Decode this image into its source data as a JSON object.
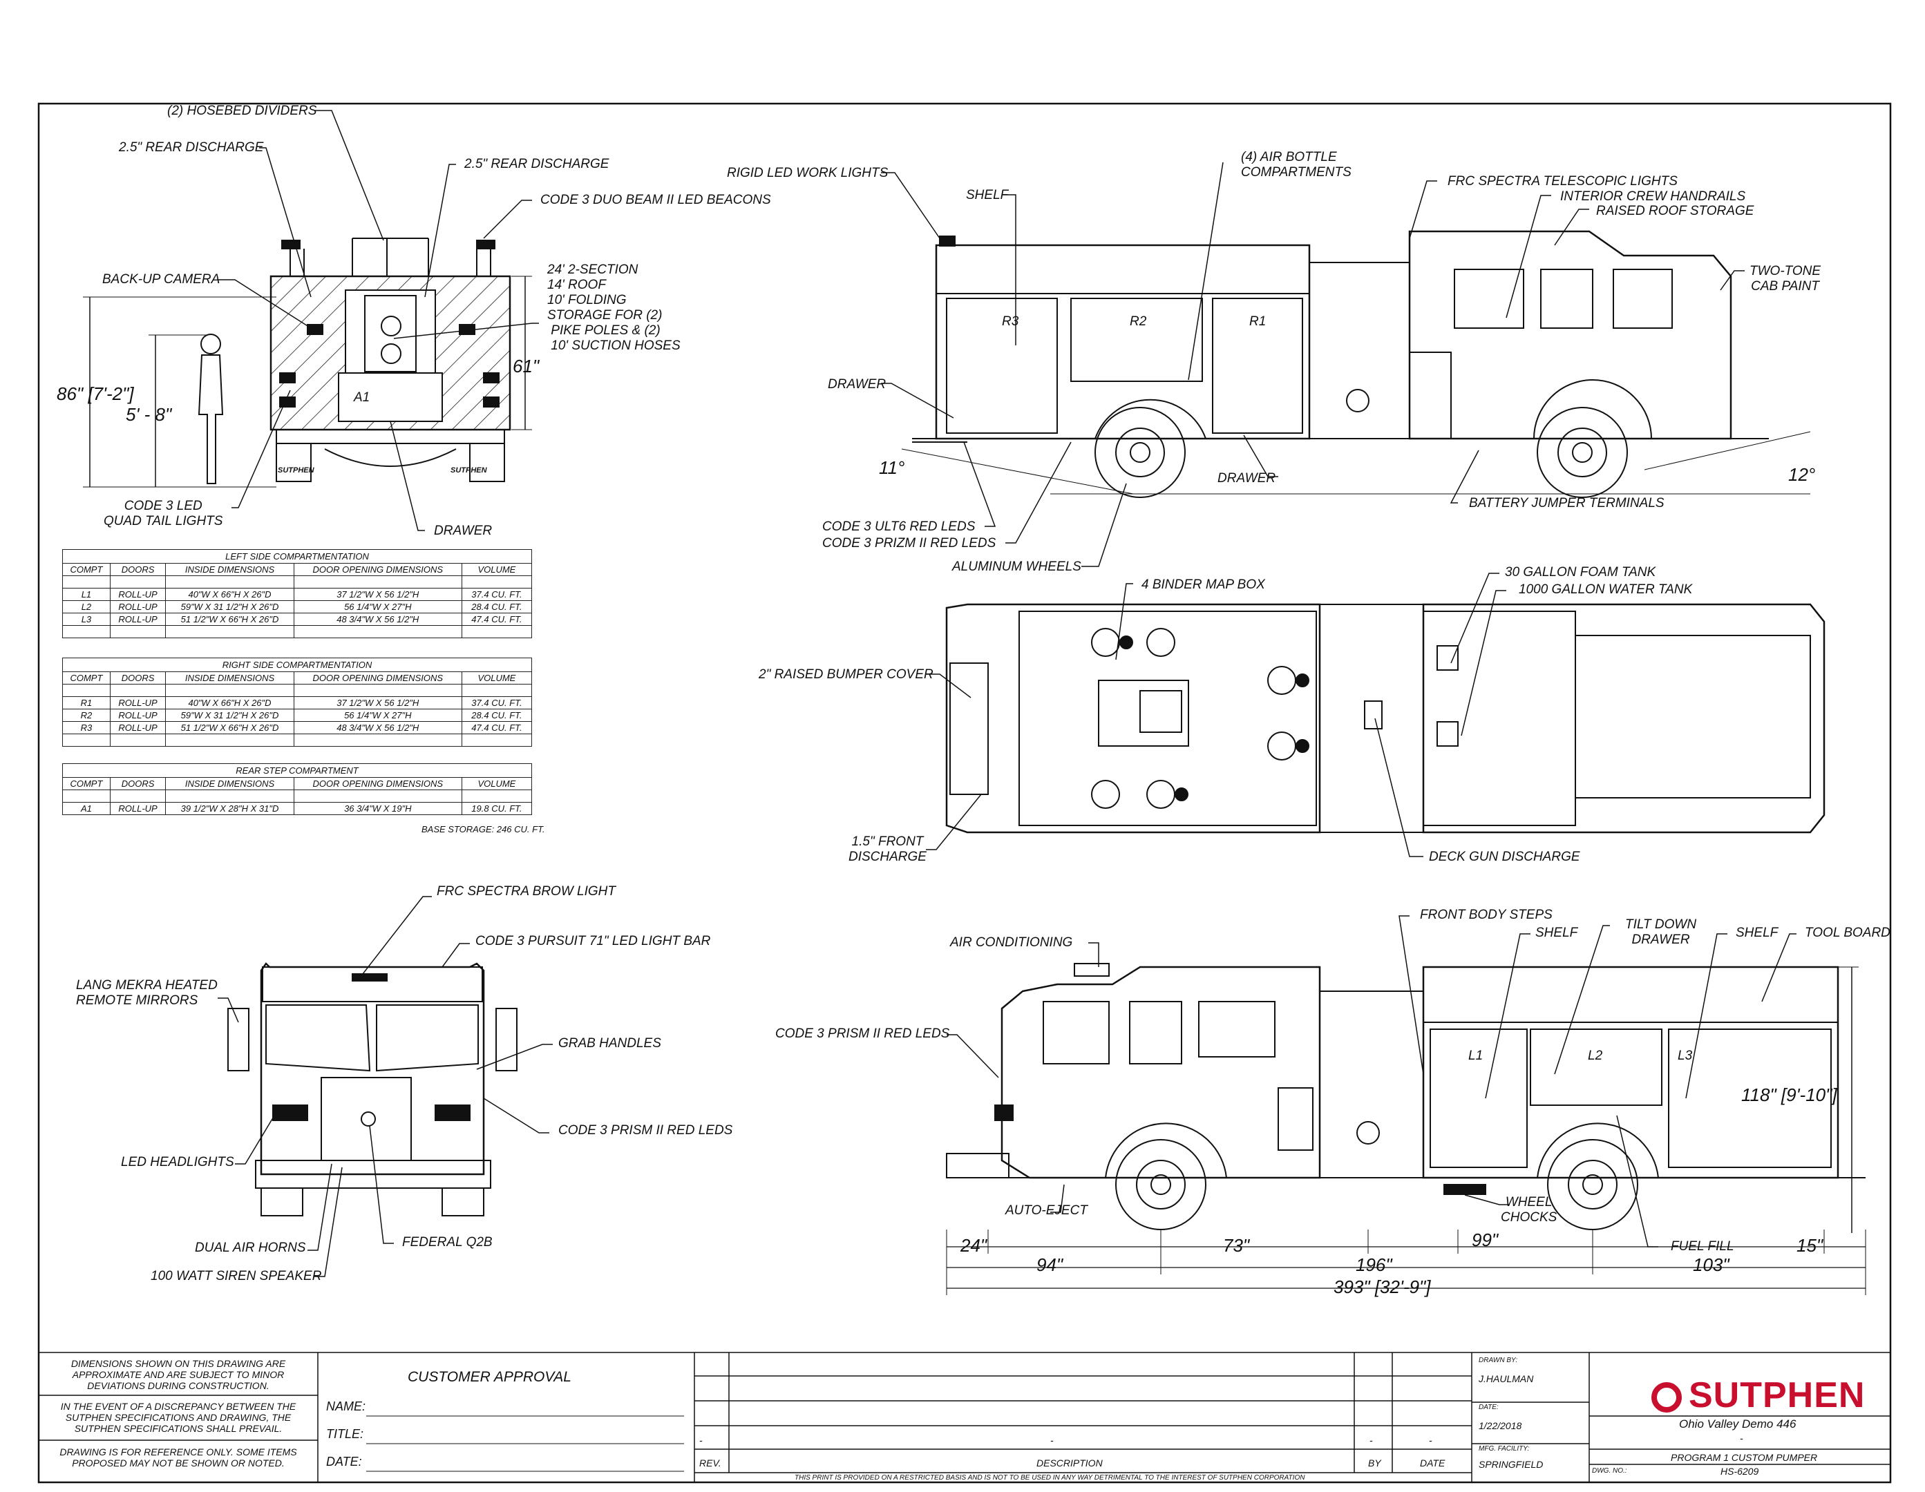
{
  "labels": {
    "hosebed_dividers": "(2) HOSEBED DIVIDERS",
    "rear_discharge_left": "2.5\" REAR DISCHARGE",
    "rear_discharge_right": "2.5\" REAR DISCHARGE",
    "duo_beam": "CODE 3 DUO BEAM II LED BEACONS",
    "backup_camera": "BACK-UP CAMERA",
    "ladder_storage": "24' 2-SECTION\n14' ROOF\n10' FOLDING\nSTORAGE FOR (2)\n PIKE POLES & (2)\n 10' SUCTION HOSES",
    "dim_86": "86\" [7'-2\"]",
    "dim_5_8": "5' - 8\"",
    "dim_61": "61\"",
    "quad_tail": "CODE 3 LED\nQUAD TAIL LIGHTS",
    "drawer_rear": "DRAWER",
    "work_lights": "RIGID LED WORK LIGHTS",
    "shelf_top": "SHELF",
    "air_bottle": "(4) AIR BOTTLE\nCOMPARTMENTS",
    "telescopic": "FRC SPECTRA TELESCOPIC LIGHTS",
    "handrails": "INTERIOR CREW HANDRAILS",
    "roof_storage": "RAISED ROOF STORAGE",
    "two_tone": "TWO-TONE\nCAB PAINT",
    "drawer_side_left": "DRAWER",
    "drawer_side_mid": "DRAWER",
    "angle_11": "11°",
    "angle_12": "12°",
    "ult6": "CODE 3 ULT6 RED LEDS",
    "prizm": "CODE 3 PRIZM II RED LEDS",
    "battery": "BATTERY JUMPER TERMINALS",
    "alum_wheels": "ALUMINUM WHEELS",
    "map_box": "4 BINDER MAP BOX",
    "foam_tank": "30 GALLON FOAM TANK",
    "water_tank": "1000 GALLON WATER TANK",
    "bumper_cover": "2\" RAISED BUMPER COVER",
    "front_discharge": "1.5\" FRONT\nDISCHARGE",
    "deck_gun": "DECK GUN DISCHARGE",
    "brow_light": "FRC SPECTRA BROW LIGHT",
    "light_bar": "CODE 3 PURSUIT 71\" LED LIGHT BAR",
    "mirrors": "LANG MEKRA HEATED\nREMOTE MIRRORS",
    "grab_handles": "GRAB HANDLES",
    "prism_front": "CODE 3 PRISM II RED LEDS",
    "headlights": "LED HEADLIGHTS",
    "air_horns": "DUAL AIR HORNS",
    "q2b": "FEDERAL Q2B",
    "siren": "100 WATT SIREN SPEAKER",
    "front_steps": "FRONT BODY STEPS",
    "shelf_l2": "SHELF",
    "tilt_drawer": "TILT DOWN\nDRAWER",
    "shelf_l3": "SHELF",
    "tool_board": "TOOL BOARD",
    "air_cond": "AIR CONDITIONING",
    "prism_side": "CODE 3 PRISM II RED LEDS",
    "dim_118": "118\" [9'-10\"]",
    "auto_eject": "AUTO-EJECT",
    "wheel_chocks": "WHEEL\nCHOCKS",
    "fuel_fill": "FUEL FILL",
    "dim_24": "24\"",
    "dim_73": "73\"",
    "dim_99": "99\"",
    "dim_15": "15\"",
    "dim_94": "94\"",
    "dim_196": "196\"",
    "dim_103": "103\"",
    "dim_393": "393\" [32'-9\"]",
    "tag_a1": "A1",
    "tag_r1": "R1",
    "tag_r2": "R2",
    "tag_r3": "R3",
    "tag_l1": "L1",
    "tag_l2": "L2",
    "tag_l3": "L3",
    "badge_sutphen": "SUTPHEN"
  },
  "tables": {
    "headers": [
      "COMPT",
      "DOORS",
      "INSIDE DIMENSIONS",
      "DOOR OPENING DIMENSIONS",
      "VOLUME"
    ],
    "left": {
      "title": "LEFT SIDE COMPARTMENTATION",
      "rows": [
        [
          "L1",
          "ROLL-UP",
          "40\"W X 66\"H X 26\"D",
          "37 1/2\"W X 56 1/2\"H",
          "37.4 CU. FT."
        ],
        [
          "L2",
          "ROLL-UP",
          "59\"W X 31 1/2\"H X 26\"D",
          "56 1/4\"W X 27\"H",
          "28.4 CU. FT."
        ],
        [
          "L3",
          "ROLL-UP",
          "51 1/2\"W X 66\"H X 26\"D",
          "48 3/4\"W X 56 1/2\"H",
          "47.4 CU. FT."
        ]
      ]
    },
    "right": {
      "title": "RIGHT SIDE COMPARTMENTATION",
      "rows": [
        [
          "R1",
          "ROLL-UP",
          "40\"W X 66\"H X 26\"D",
          "37 1/2\"W X 56 1/2\"H",
          "37.4 CU. FT."
        ],
        [
          "R2",
          "ROLL-UP",
          "59\"W X 31 1/2\"H X 26\"D",
          "56 1/4\"W X 27\"H",
          "28.4 CU. FT."
        ],
        [
          "R3",
          "ROLL-UP",
          "51 1/2\"W X 66\"H X 26\"D",
          "48 3/4\"W X 56 1/2\"H",
          "47.4 CU. FT."
        ]
      ]
    },
    "rear": {
      "title": "REAR STEP COMPARTMENT",
      "rows": [
        [
          "A1",
          "ROLL-UP",
          "39 1/2\"W X 28\"H X 31\"D",
          "36 3/4\"W X 19\"H",
          "19.8 CU. FT."
        ]
      ]
    },
    "base_storage": "BASE STORAGE: 246 CU. FT."
  },
  "title_block": {
    "note1": "DIMENSIONS SHOWN ON THIS DRAWING ARE\nAPPROXIMATE AND ARE SUBJECT TO MINOR\nDEVIATIONS DURING CONSTRUCTION.",
    "note2": "IN THE EVENT OF A DISCREPANCY BETWEEN THE\nSUTPHEN SPECIFICATIONS AND DRAWING, THE\nSUTPHEN SPECIFICATIONS SHALL PREVAIL.",
    "note3": "DRAWING IS FOR REFERENCE ONLY. SOME ITEMS\nPROPOSED MAY NOT BE SHOWN OR NOTED.",
    "customer_approval": "CUSTOMER APPROVAL",
    "name": "NAME:",
    "title": "TITLE:",
    "date": "DATE:",
    "rev_dash": "-",
    "desc_dash": "-",
    "by_dash": "-",
    "date_dash": "-",
    "rev": "REV.",
    "description": "DESCRIPTION",
    "by": "BY",
    "date_col": "DATE",
    "restricted": "THIS PRINT IS PROVIDED ON A RESTRICTED BASIS AND IS NOT TO BE USED IN ANY WAY DETRIMENTAL TO THE INTEREST OF SUTPHEN CORPORATION",
    "drawn_by_label": "DRAWN BY:",
    "drawn_by": "J.HAULMAN",
    "date_label": "DATE:",
    "date_value": "1/22/2018",
    "mfg_label": "MFG. FACILITY:",
    "mfg_value": "SPRINGFIELD",
    "company": "SUTPHEN",
    "project": "Ohio Valley Demo 446",
    "project_dash": "-",
    "program": "PROGRAM 1 CUSTOM PUMPER",
    "dwg_label": "DWG. NO.:",
    "dwg_no": "HS-6209"
  },
  "colors": {
    "line": "#111111",
    "logo_red": "#c8102e"
  }
}
